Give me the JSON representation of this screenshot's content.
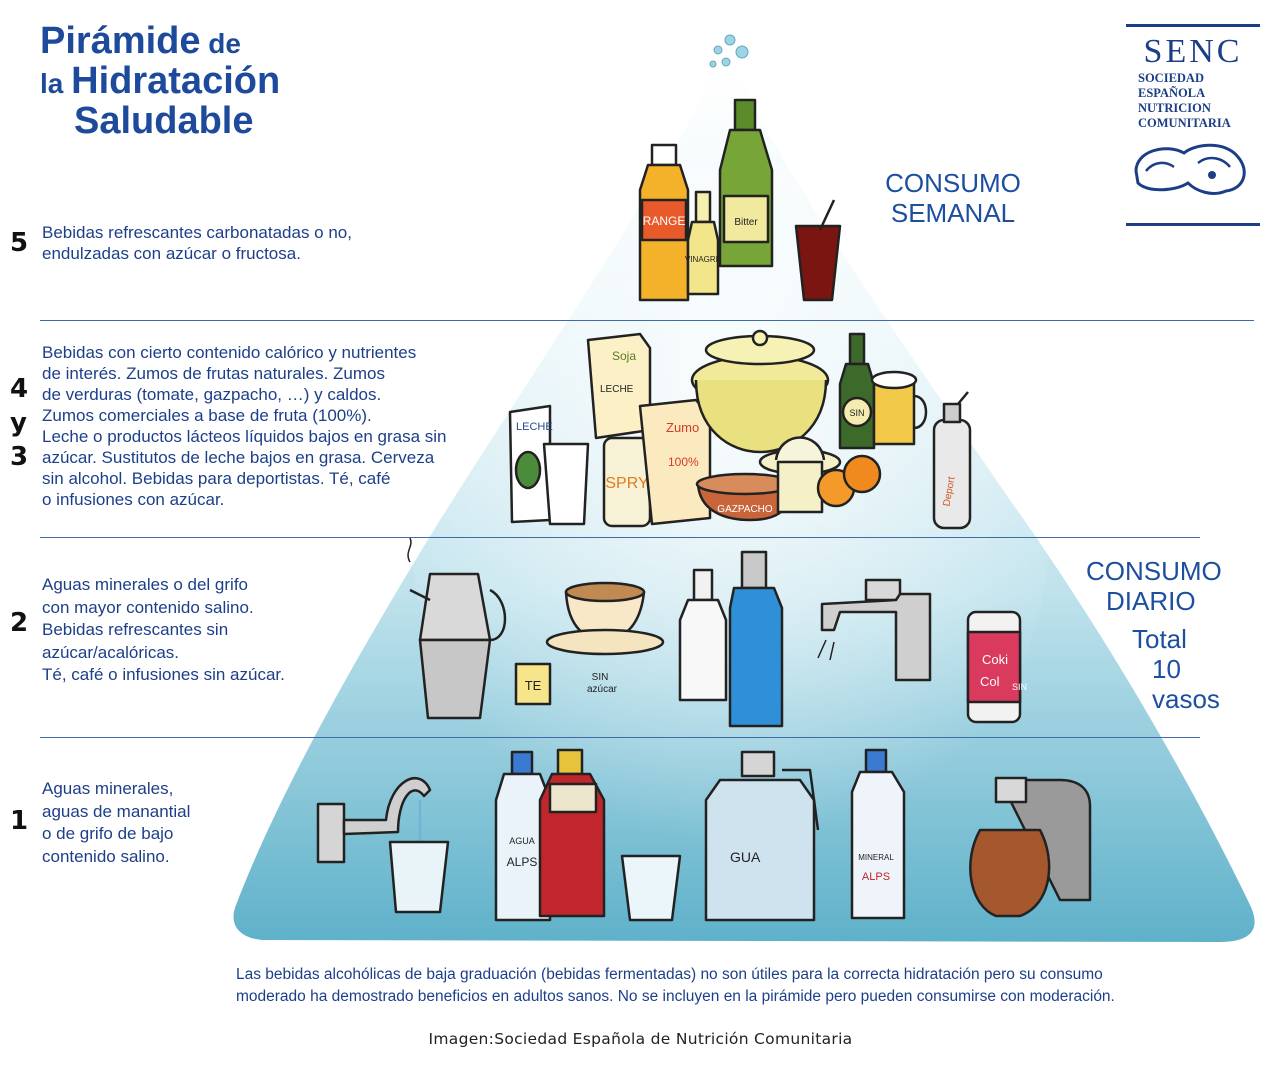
{
  "title": {
    "line1_big": "Pirámide",
    "line1_small": " de",
    "line2_small": "la ",
    "line2_big": "Hidratación",
    "line3": "Saludable"
  },
  "logo": {
    "acronym": "SENC",
    "line1": "SOCIEDAD",
    "line2": "ESPAÑOLA",
    "line3": "NUTRICION",
    "line4": "COMUNITARIA"
  },
  "consumo_semanal": {
    "line1": "CONSUMO",
    "line2": "SEMANAL"
  },
  "consumo_diario": {
    "line1": "CONSUMO",
    "line2": "DIARIO",
    "total": "Total",
    "vasos": "10 vasos"
  },
  "levels": {
    "l5": {
      "number": "5",
      "text": [
        "Bebidas refrescantes carbonatadas o no,",
        "endulzadas con azúcar o fructosa."
      ]
    },
    "l43": {
      "n1": "4",
      "ny": "y",
      "n2": "3",
      "text": [
        "Bebidas con cierto contenido calórico y nutrientes",
        "de interés. Zumos de frutas naturales. Zumos",
        "de verduras (tomate, gazpacho, …) y caldos.",
        "Zumos comerciales a base de fruta (100%).",
        "Leche o productos lácteos líquidos bajos en grasa sin",
        "azúcar. Sustitutos de leche bajos en grasa. Cerveza",
        "sin alcohol. Bebidas para deportistas. Té, café",
        "o infusiones con azúcar."
      ]
    },
    "l2": {
      "number": "2",
      "text": [
        "Aguas minerales o del grifo",
        "con mayor contenido salino.",
        "Bebidas refrescantes sin",
        "azúcar/acalóricas.",
        "Té, café o infusiones sin azúcar."
      ]
    },
    "l1": {
      "number": "1",
      "text": [
        "Aguas minerales,",
        "aguas de manantial",
        "o de grifo de bajo",
        "contenido salino."
      ]
    }
  },
  "illustration_labels": {
    "range": "RANGE",
    "vinagre": "VINAGRE",
    "bitter": "Bitter",
    "soja": "Soja",
    "leche": "LECHE",
    "leche_carton": "LECHE",
    "zumo": "Zumo",
    "zumo100": "100%",
    "spry": "SPRY",
    "gazpacho": "GAZPACHO",
    "sin": "SIN",
    "deport": "Deport",
    "te": "TE",
    "sin_azucar_1": "SIN",
    "sin_azucar_2": "azúcar",
    "coki": "Coki",
    "col": "Col",
    "sin_can": "SIN",
    "agua": "AGUA",
    "alps": "ALPS",
    "gua": "GUA",
    "mineral": "MINERAL",
    "alps2": "ALPS"
  },
  "footnote": [
    "Las bebidas alcohólicas de baja graduación (bebidas fermentadas) no son útiles para la correcta hidratación pero su consumo",
    "moderado ha demostrado beneficios en adultos sanos. No se incluyen en la pirámide pero pueden consumirse con moderación."
  ],
  "credit": "Imagen:Sociedad Española de Nutrición Comunitaria",
  "colors": {
    "pyramid_top": "#ffffff",
    "pyramid_mid": "#cfe9f1",
    "pyramid_bottom": "#6cb8cf",
    "text_blue": "#1d3f8a",
    "divider": "#3f6ba8"
  }
}
